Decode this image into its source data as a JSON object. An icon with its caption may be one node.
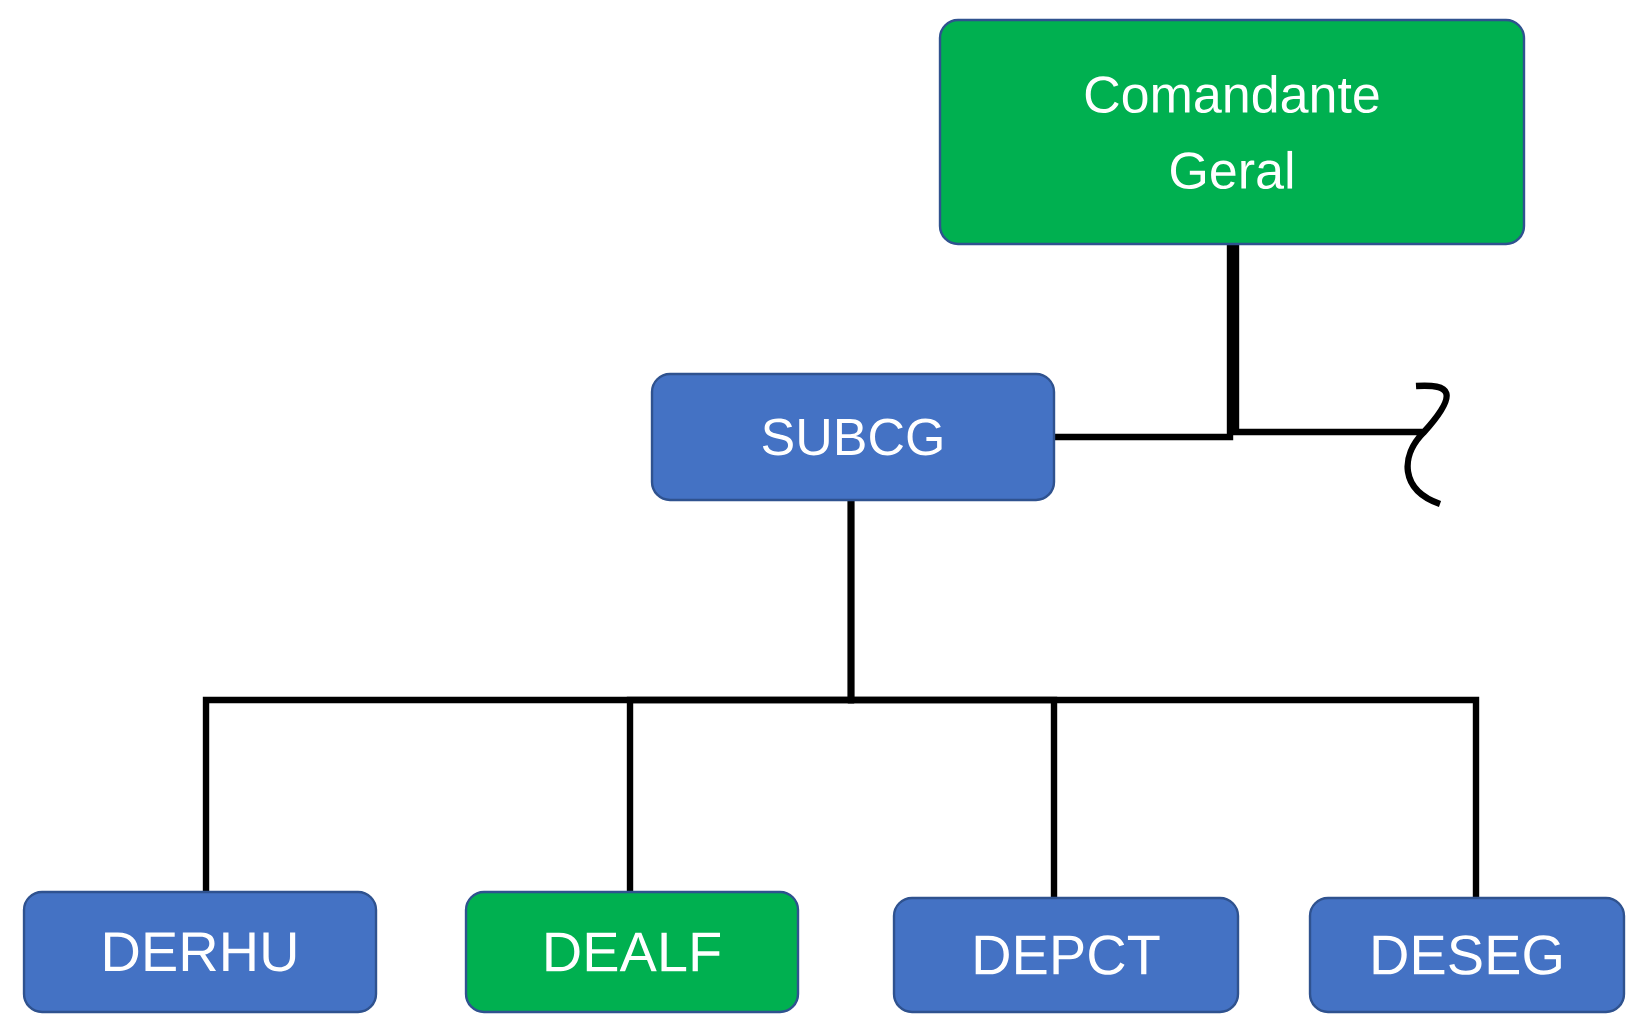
{
  "diagram": {
    "nodes": [
      {
        "text": [
          "Comandante Geral"
        ]
      },
      {
        "text": [
          "SUBCG"
        ]
      },
      {
        "text": [
          "DERHU"
        ]
      },
      {
        "text": [
          "DEALF"
        ]
      },
      {
        "text": [
          "DEPCT"
        ]
      },
      {
        "text": [
          "DESEG"
        ]
      }
    ],
    "edges": [
      {
        "from": 0,
        "to": 1,
        "arrow": "none"
      },
      {
        "from": 0,
        "to": null,
        "arrow": "none"
      },
      {
        "from": 1,
        "to": 2,
        "arrow": "none"
      },
      {
        "from": 1,
        "to": 3,
        "arrow": "none"
      },
      {
        "from": 1,
        "to": 4,
        "arrow": "none"
      },
      {
        "from": 1,
        "to": 5,
        "arrow": "none"
      }
    ]
  }
}
